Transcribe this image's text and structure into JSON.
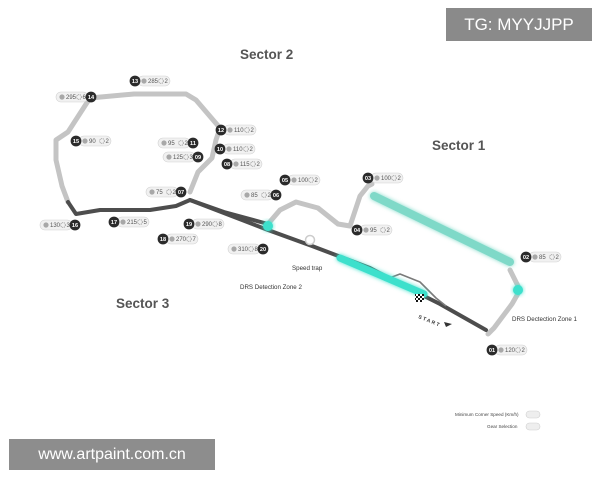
{
  "watermarks": {
    "telegram": "TG: MYYJJPP",
    "website": "www.artpaint.com.cn"
  },
  "colors": {
    "track_dark": "#4d4d4d",
    "track_light": "#c4c4c4",
    "drs_glow": "#3de0cc",
    "drs_fill": "#7fd9c8",
    "badge_dark": "#2b2b2b",
    "pill_fill": "#f1f1f1",
    "pill_stroke": "#d2d2d2"
  },
  "sectors": {
    "s1": "Sector 1",
    "s2": "Sector 2",
    "s3": "Sector 3"
  },
  "zones": {
    "drs2": "DRS Detection Zone 2",
    "drs1": "DRS Dectection Zone 1",
    "speed_trap": "Speed trap",
    "start": "START"
  },
  "legend": {
    "speed": "Minimum Corner Speed (Km/h)",
    "gear": "Gear Selection"
  },
  "corners": [
    {
      "num": "01",
      "speed": "120",
      "gear": "2"
    },
    {
      "num": "02",
      "speed": "85",
      "gear": "2"
    },
    {
      "num": "03",
      "speed": "100",
      "gear": "2"
    },
    {
      "num": "04",
      "speed": "95",
      "gear": "2"
    },
    {
      "num": "05",
      "speed": "100",
      "gear": "2"
    },
    {
      "num": "06",
      "speed": "85",
      "gear": "2"
    },
    {
      "num": "07",
      "speed": "75",
      "gear": "2"
    },
    {
      "num": "08",
      "speed": "115",
      "gear": "2"
    },
    {
      "num": "09",
      "speed": "125",
      "gear": "3"
    },
    {
      "num": "10",
      "speed": "110",
      "gear": "2"
    },
    {
      "num": "11",
      "speed": "95",
      "gear": "2"
    },
    {
      "num": "12",
      "speed": "110",
      "gear": "2"
    },
    {
      "num": "13",
      "speed": "285",
      "gear": "2"
    },
    {
      "num": "14",
      "speed": "295",
      "gear": "6"
    },
    {
      "num": "15",
      "speed": "90",
      "gear": "2"
    },
    {
      "num": "16",
      "speed": "130",
      "gear": "3"
    },
    {
      "num": "17",
      "speed": "215",
      "gear": "5"
    },
    {
      "num": "18",
      "speed": "270",
      "gear": "7"
    },
    {
      "num": "19",
      "speed": "290",
      "gear": "8"
    },
    {
      "num": "20",
      "speed": "310",
      "gear": "8"
    }
  ]
}
